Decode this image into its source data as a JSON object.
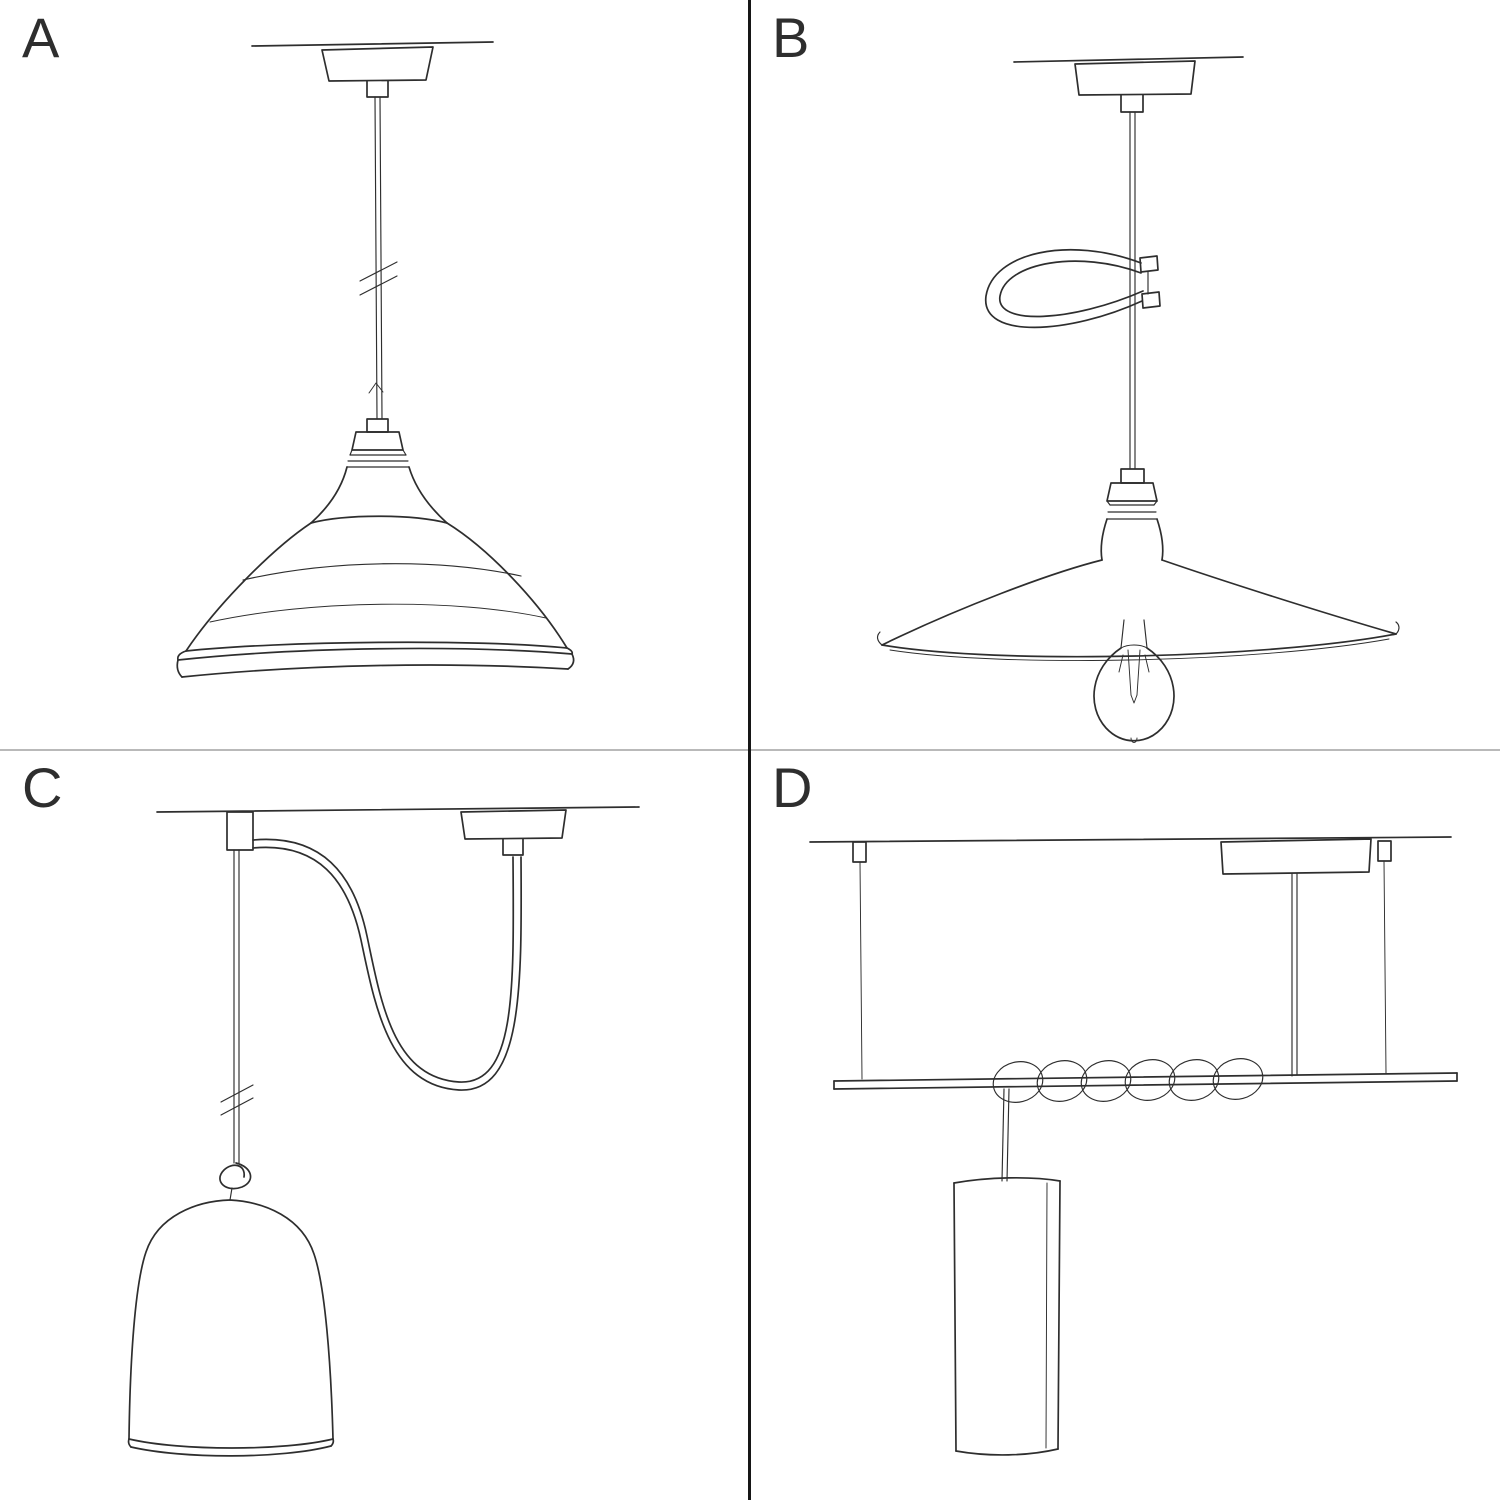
{
  "panels": [
    {
      "label": "A",
      "sketch": "pendant-straight-cable-with-industrial-shade"
    },
    {
      "label": "B",
      "sketch": "pendant-with-cable-clip-flat-shade-and-bulb"
    },
    {
      "label": "C",
      "sketch": "swag-pendant-with-hook-and-bell-shade"
    },
    {
      "label": "D",
      "sketch": "bar-suspension-with-coiled-cable-and-tube-pendant"
    }
  ],
  "colors": {
    "background": "#ffffff",
    "ink": "#2e2e2e",
    "divider_dark": "#161616",
    "divider_light": "#b9b9b9"
  }
}
